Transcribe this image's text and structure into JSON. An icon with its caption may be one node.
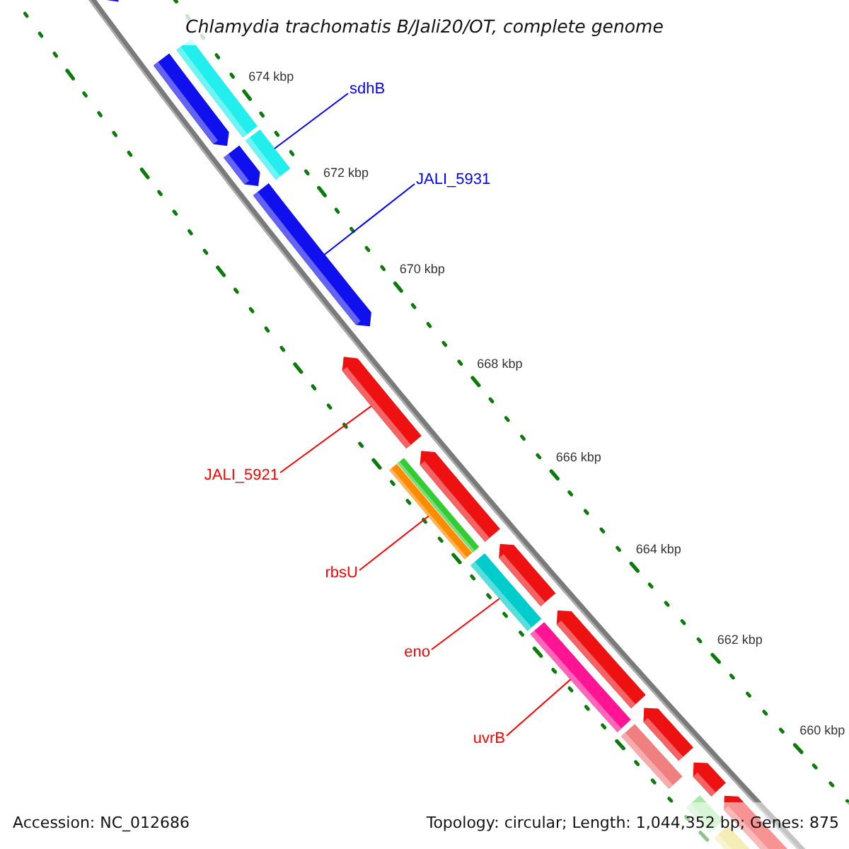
{
  "diagram": {
    "title": "Chlamydia trachomatis B/Jali20/OT, complete genome",
    "nodes": [
      {
        "text": [],
        "shape": "arrow"
      },
      {
        "text": [],
        "shape": "arrow"
      },
      {
        "text": [],
        "shape": "bar"
      },
      {
        "text": [
          "sdhB"
        ]
      },
      {
        "text": [],
        "shape": "bar"
      },
      {
        "text": [],
        "shape": "arrow"
      },
      {
        "text": [
          "JALI_5931"
        ]
      },
      {
        "text": [],
        "shape": "arrow"
      },
      {
        "text": [
          "JALI_5921"
        ]
      },
      {
        "text": [],
        "shape": "arrow"
      },
      {
        "text": [],
        "shape": "bar"
      },
      {
        "text": [
          "rbsU"
        ]
      },
      {
        "text": [],
        "shape": "bar"
      },
      {
        "text": [],
        "shape": "arrow"
      },
      {
        "text": [
          "eno"
        ]
      },
      {
        "text": [],
        "shape": "bar"
      },
      {
        "text": [],
        "shape": "arrow"
      },
      {
        "text": [
          "uvrB"
        ]
      },
      {
        "text": [],
        "shape": "bar"
      },
      {
        "text": [],
        "shape": "arrow"
      },
      {
        "text": [],
        "shape": "bar"
      },
      {
        "text": [],
        "shape": "arrow"
      },
      {
        "text": [],
        "shape": "arrow"
      },
      {
        "text": [],
        "shape": "bar"
      },
      {
        "text": [],
        "shape": "arrow"
      },
      {
        "text": [],
        "shape": "bar"
      }
    ],
    "edges": [
      {
        "from": 3,
        "to": 4,
        "arrow": "none",
        "color": "#0000ff"
      },
      {
        "from": 6,
        "to": 7,
        "arrow": "none",
        "color": "#0000ff"
      },
      {
        "from": 8,
        "to": 9,
        "arrow": "none"
      },
      {
        "from": 11,
        "to": 12,
        "arrow": "none"
      },
      {
        "from": 14,
        "to": 15,
        "arrow": "none"
      },
      {
        "from": 17,
        "to": 18,
        "arrow": "none"
      }
    ],
    "labels": [
      "674 kbp",
      "672 kbp",
      "670 kbp",
      "668 kbp",
      "666 kbp",
      "664 kbp",
      "662 kbp",
      "660 kbp",
      "Accession: NC_012686",
      "Topology: circular; Length: 1,044,352 bp; Genes: 875"
    ]
  }
}
